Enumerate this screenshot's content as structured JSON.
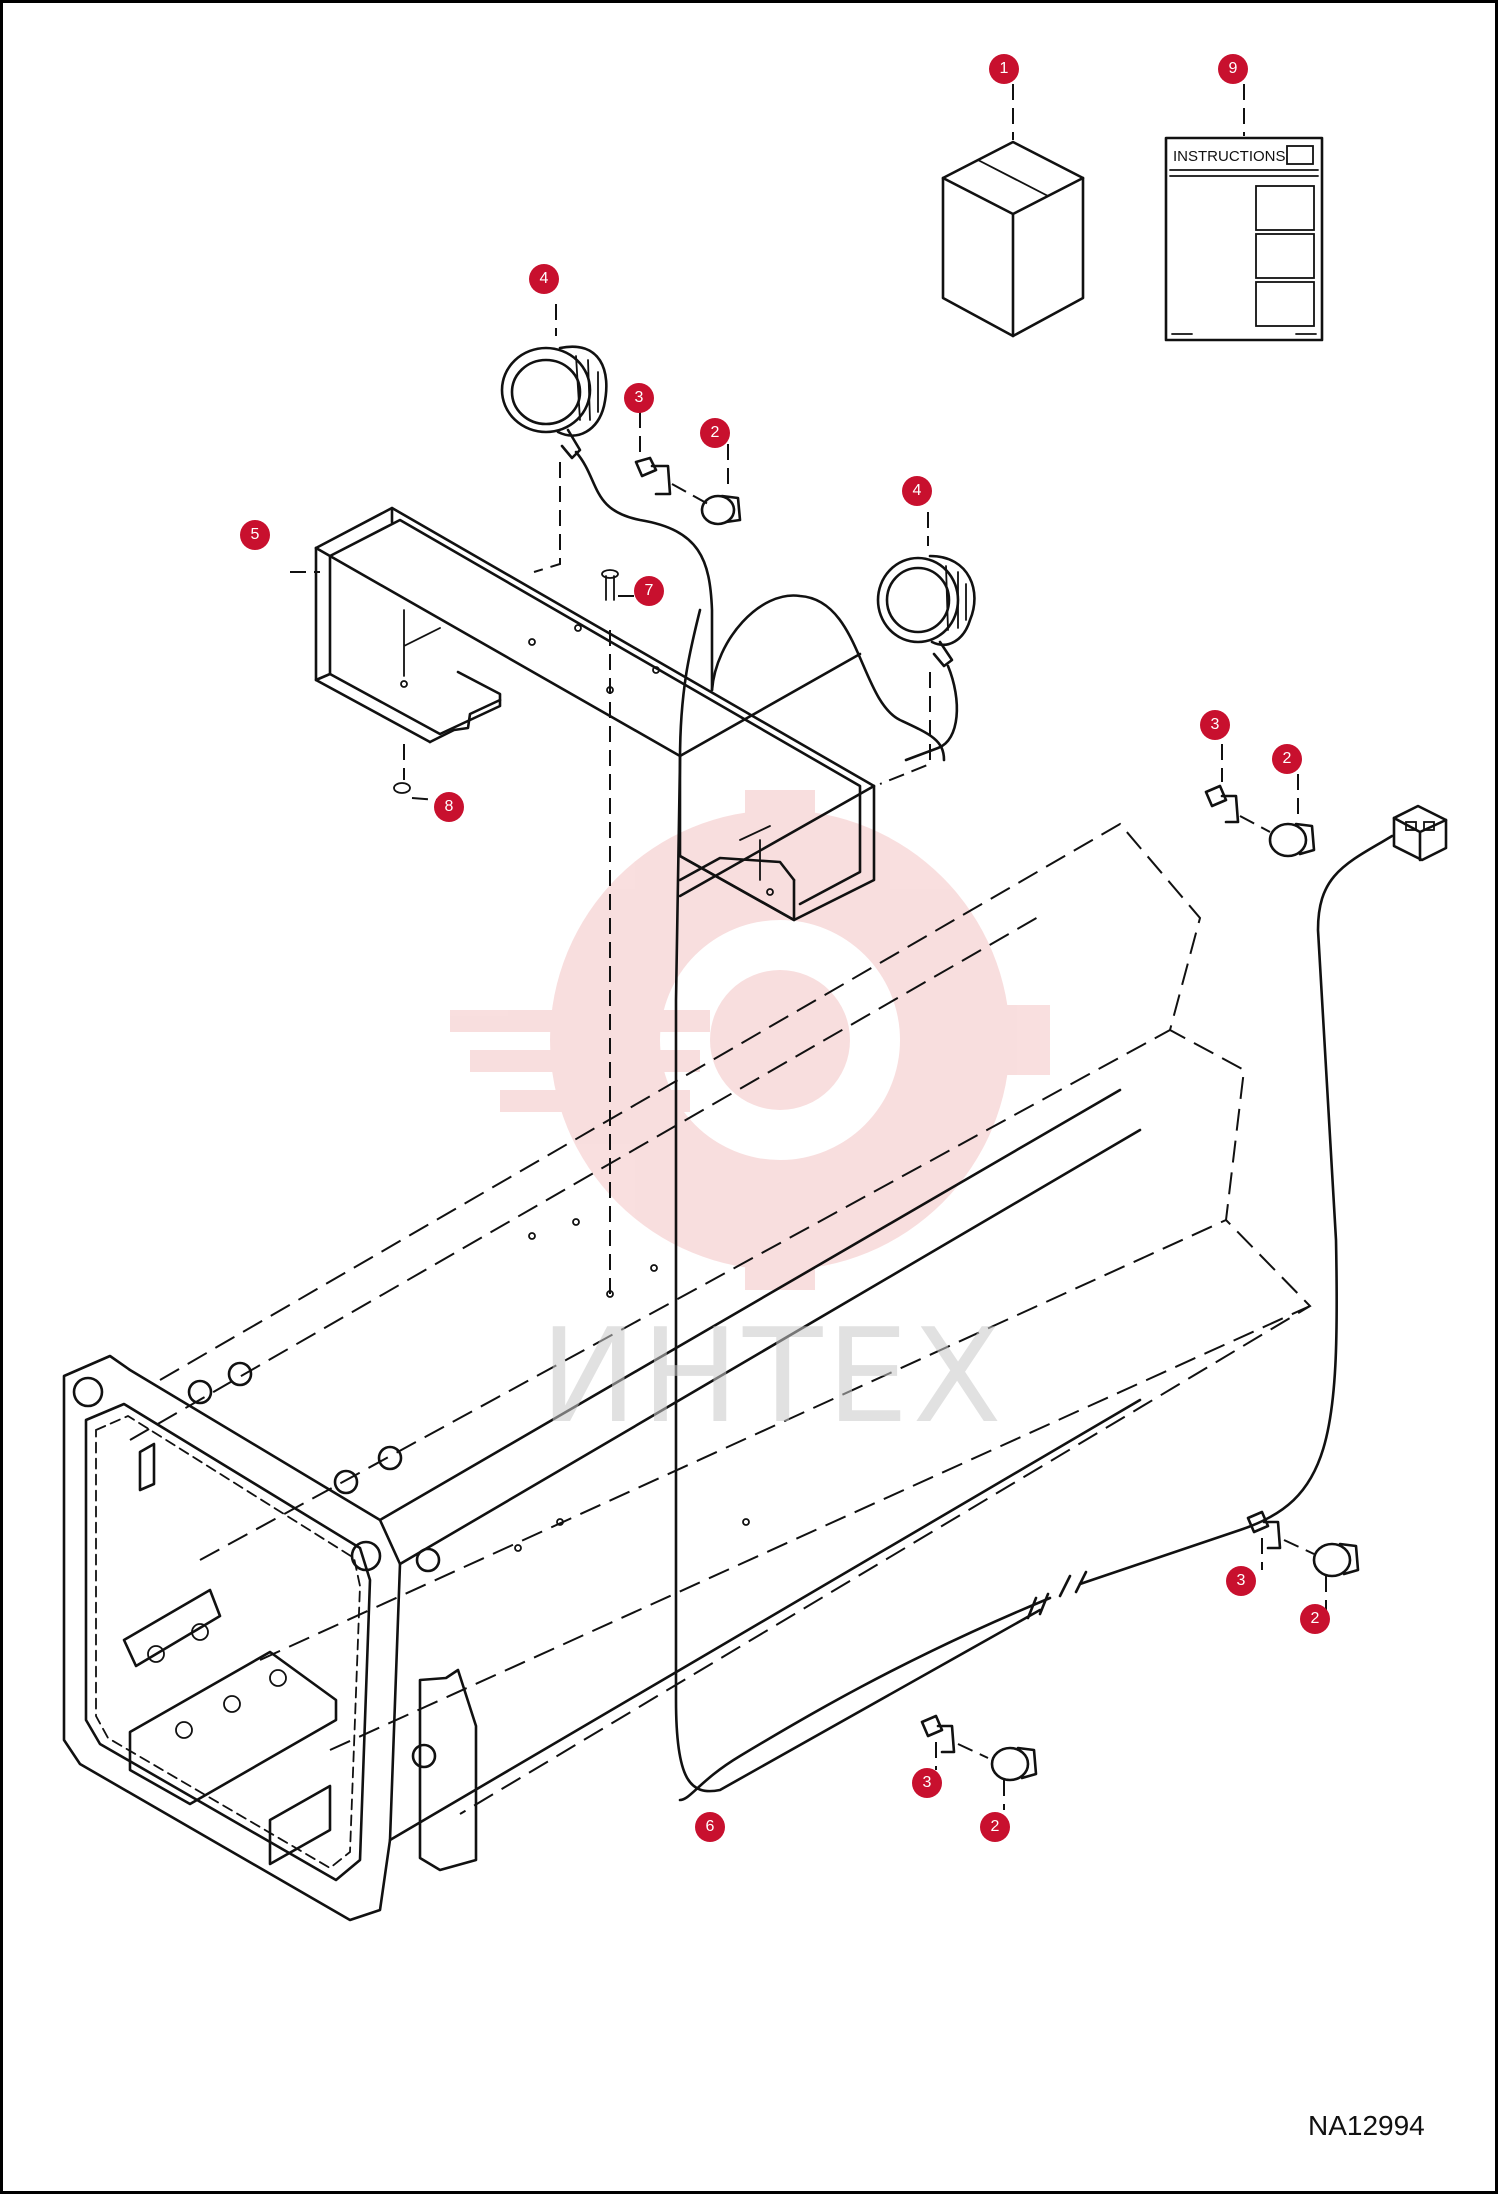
{
  "figure_id": "NA12994",
  "watermark_text": "ИНТЕХ",
  "instructions_label": "INSTRUCTIONS",
  "colors": {
    "callout": "#c8102e",
    "line": "#111111",
    "watermark": "#f2b8b8"
  },
  "callouts": [
    {
      "id": "c1",
      "number": "1"
    },
    {
      "id": "c9",
      "number": "9"
    },
    {
      "id": "c4a",
      "number": "4"
    },
    {
      "id": "c3a",
      "number": "3"
    },
    {
      "id": "c2a",
      "number": "2"
    },
    {
      "id": "c5",
      "number": "5"
    },
    {
      "id": "c7",
      "number": "7"
    },
    {
      "id": "c4b",
      "number": "4"
    },
    {
      "id": "c3b",
      "number": "3"
    },
    {
      "id": "c2b",
      "number": "2"
    },
    {
      "id": "c8",
      "number": "8"
    },
    {
      "id": "c3c",
      "number": "3"
    },
    {
      "id": "c2c",
      "number": "2"
    },
    {
      "id": "c3d",
      "number": "3"
    },
    {
      "id": "c2d",
      "number": "2"
    },
    {
      "id": "c6",
      "number": "6"
    }
  ]
}
